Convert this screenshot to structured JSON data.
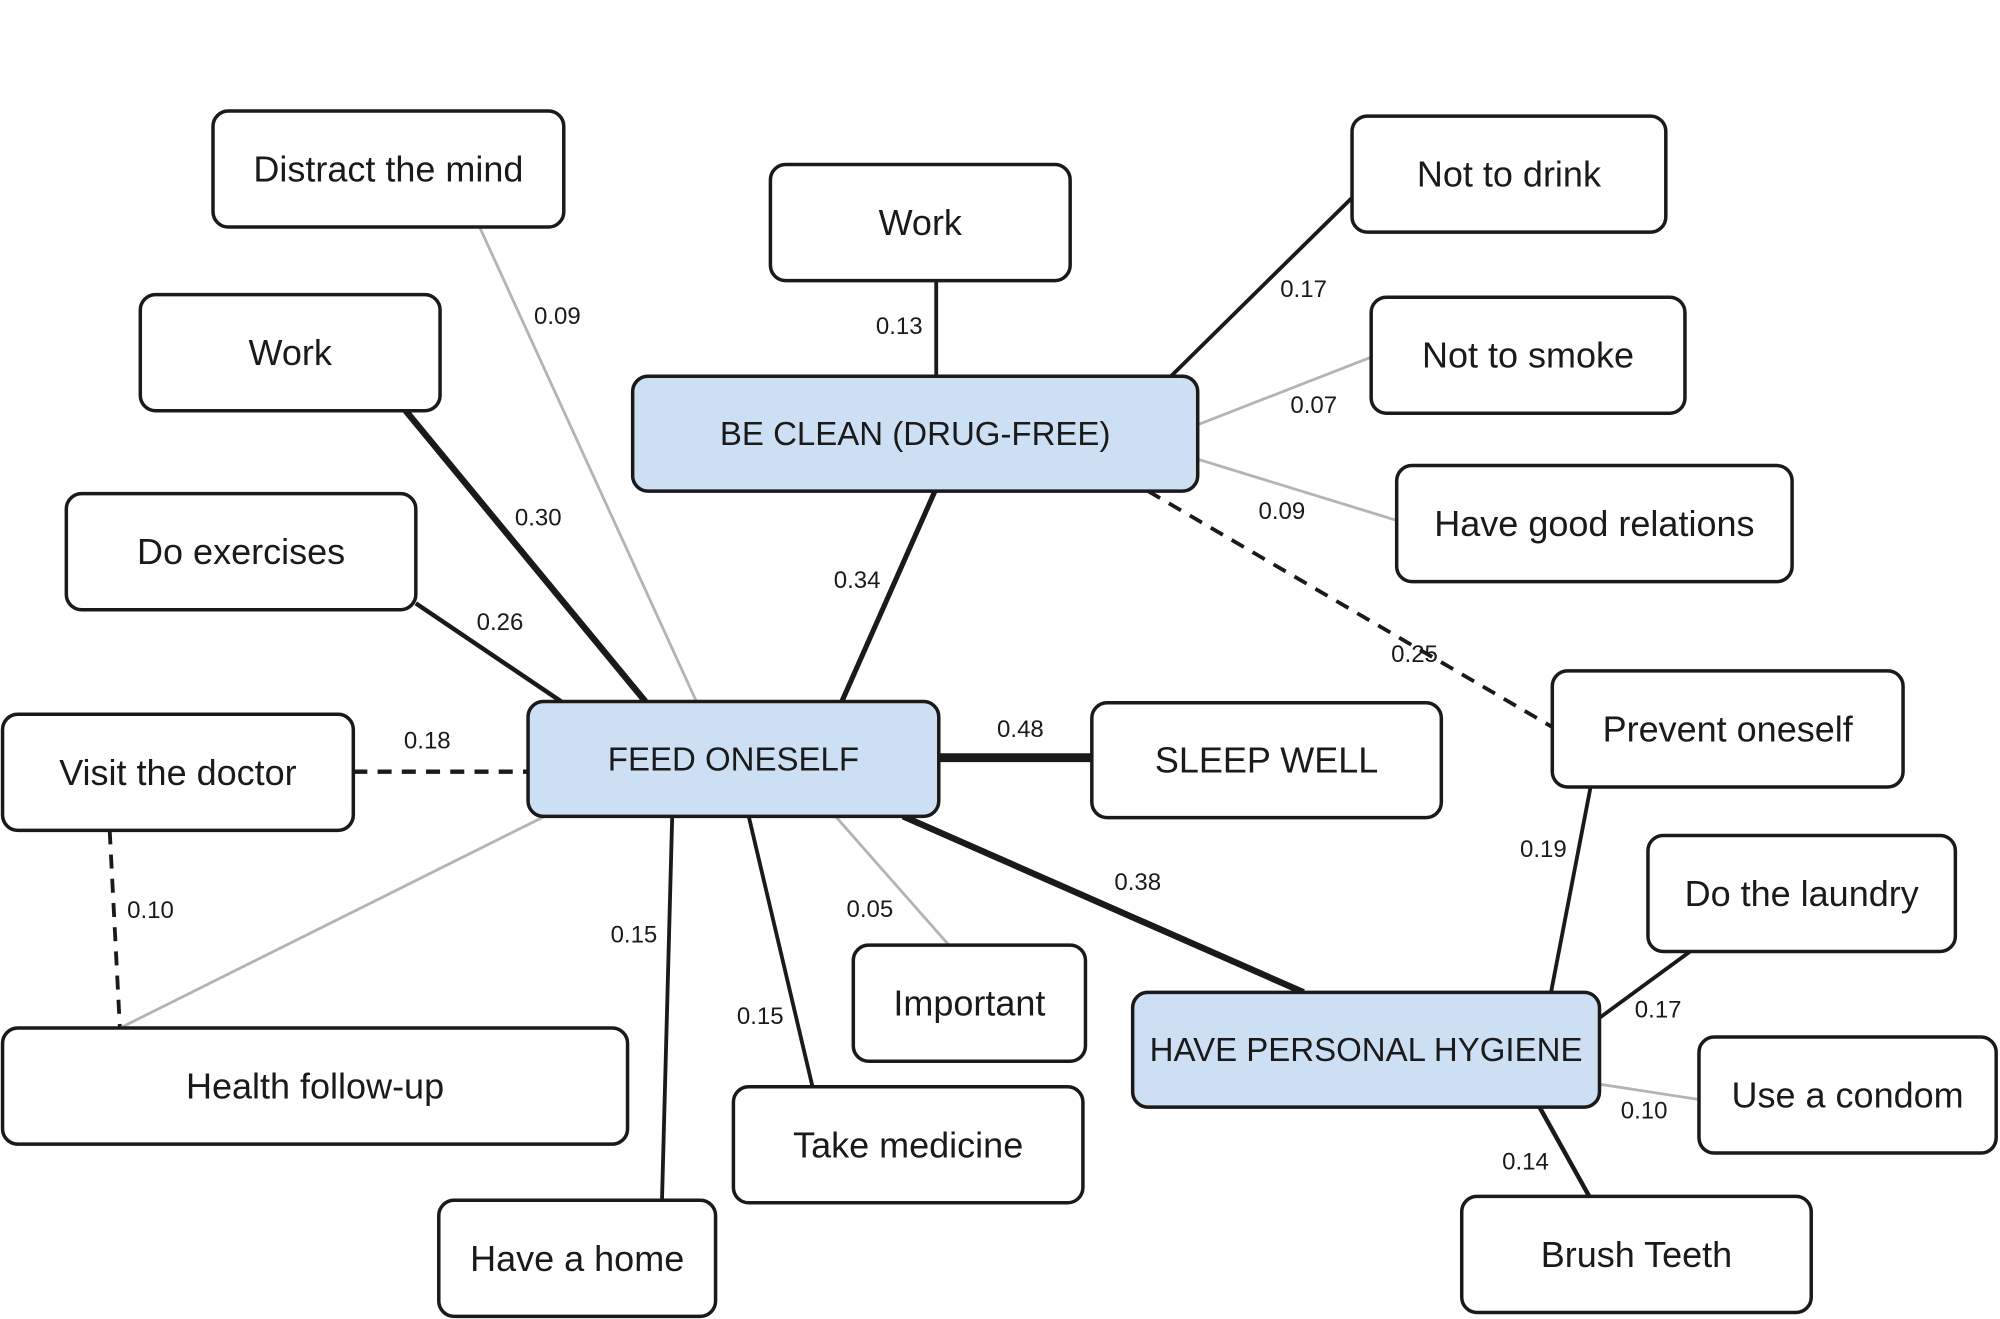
{
  "nodes": [
    {
      "id": "be_clean",
      "label": "BE CLEAN (DRUG-FREE)",
      "kind": "core"
    },
    {
      "id": "feed",
      "label": "FEED ONESELF",
      "kind": "core"
    },
    {
      "id": "sleep",
      "label": "SLEEP WELL",
      "kind": "plain"
    },
    {
      "id": "hygiene",
      "label": "HAVE PERSONAL HYGIENE",
      "kind": "core"
    },
    {
      "id": "distract",
      "label": "Distract the mind",
      "kind": "plain"
    },
    {
      "id": "work_top",
      "label": "Work",
      "kind": "plain"
    },
    {
      "id": "work_left",
      "label": "Work",
      "kind": "plain"
    },
    {
      "id": "exercises",
      "label": "Do exercises",
      "kind": "plain"
    },
    {
      "id": "doctor",
      "label": "Visit the doctor",
      "kind": "plain"
    },
    {
      "id": "health",
      "label": "Health follow-up",
      "kind": "plain"
    },
    {
      "id": "home",
      "label": "Have a home",
      "kind": "plain"
    },
    {
      "id": "medicine",
      "label": "Take medicine",
      "kind": "plain"
    },
    {
      "id": "important",
      "label": "Important",
      "kind": "plain"
    },
    {
      "id": "not_drink",
      "label": "Not to drink",
      "kind": "plain"
    },
    {
      "id": "not_smoke",
      "label": "Not to smoke",
      "kind": "plain"
    },
    {
      "id": "relations",
      "label": "Have good relations",
      "kind": "plain"
    },
    {
      "id": "prevent",
      "label": "Prevent oneself",
      "kind": "plain"
    },
    {
      "id": "laundry",
      "label": "Do the laundry",
      "kind": "plain"
    },
    {
      "id": "condom",
      "label": "Use a condom",
      "kind": "plain"
    },
    {
      "id": "teeth",
      "label": "Brush Teeth",
      "kind": "plain"
    }
  ],
  "edges": [
    {
      "from": "work_top",
      "to": "be_clean",
      "weight": "0.13",
      "style": "solid-dark"
    },
    {
      "from": "be_clean",
      "to": "not_drink",
      "weight": "0.17",
      "style": "solid-dark"
    },
    {
      "from": "be_clean",
      "to": "not_smoke",
      "weight": "0.07",
      "style": "solid-light"
    },
    {
      "from": "be_clean",
      "to": "relations",
      "weight": "0.09",
      "style": "solid-light"
    },
    {
      "from": "be_clean",
      "to": "prevent",
      "weight": "0.25",
      "style": "dashed"
    },
    {
      "from": "be_clean",
      "to": "feed",
      "weight": "0.34",
      "style": "solid-dark"
    },
    {
      "from": "distract",
      "to": "feed",
      "weight": "0.09",
      "style": "solid-light"
    },
    {
      "from": "work_left",
      "to": "feed",
      "weight": "0.30",
      "style": "solid-dark"
    },
    {
      "from": "exercises",
      "to": "feed",
      "weight": "0.26",
      "style": "solid-dark"
    },
    {
      "from": "doctor",
      "to": "feed",
      "weight": "0.18",
      "style": "dashed"
    },
    {
      "from": "doctor",
      "to": "health",
      "weight": "0.10",
      "style": "dashed"
    },
    {
      "from": "feed",
      "to": "health",
      "weight": "",
      "style": "solid-light"
    },
    {
      "from": "feed",
      "to": "home",
      "weight": "0.15",
      "style": "solid-dark"
    },
    {
      "from": "feed",
      "to": "medicine",
      "weight": "0.15",
      "style": "solid-dark"
    },
    {
      "from": "feed",
      "to": "important",
      "weight": "0.05",
      "style": "solid-light"
    },
    {
      "from": "feed",
      "to": "sleep",
      "weight": "0.48",
      "style": "solid-dark"
    },
    {
      "from": "feed",
      "to": "hygiene",
      "weight": "0.38",
      "style": "solid-dark"
    },
    {
      "from": "prevent",
      "to": "hygiene",
      "weight": "0.19",
      "style": "solid-dark"
    },
    {
      "from": "hygiene",
      "to": "laundry",
      "weight": "0.17",
      "style": "solid-dark"
    },
    {
      "from": "hygiene",
      "to": "condom",
      "weight": "0.10",
      "style": "solid-light"
    },
    {
      "from": "hygiene",
      "to": "teeth",
      "weight": "0.14",
      "style": "solid-dark"
    }
  ],
  "colors": {
    "core_fill": "#cddff3",
    "plain_fill": "#ffffff",
    "dark_edge": "#1a1a1a",
    "light_edge": "#b4b4b4"
  }
}
